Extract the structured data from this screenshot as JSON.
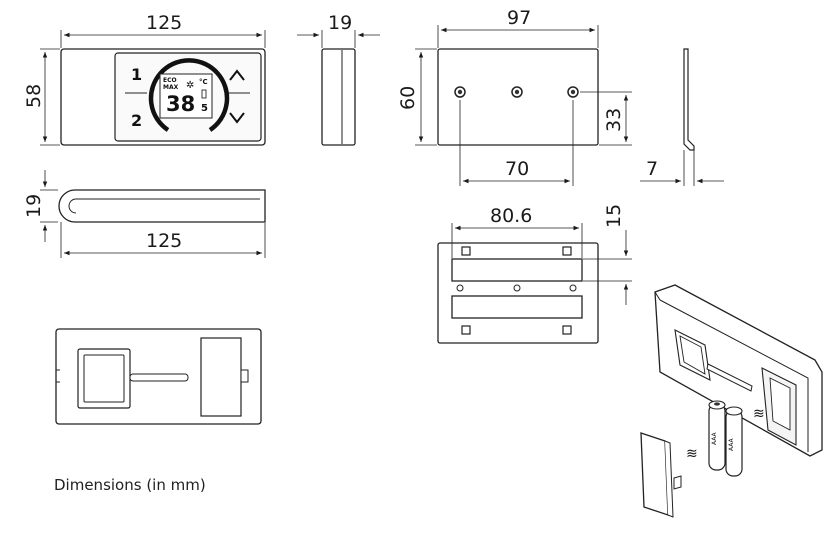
{
  "dimensions": {
    "front_width": "125",
    "front_height": "58",
    "side_depth": "19",
    "plate_width": "97",
    "plate_height": "60",
    "plate_hole_height": "33",
    "plate_hole_span": "70",
    "plate_thickness": "7",
    "top_depth": "19",
    "top_width": "125",
    "bottom_width": "80.6",
    "bottom_height": "15"
  },
  "device": {
    "button_1": "1",
    "button_2": "2",
    "eco": "ECO",
    "max": "MAX",
    "temp_main": "38",
    "temp_decimal": "5",
    "unit": "°C"
  },
  "battery": {
    "label_a": "AAA",
    "label_b": "AAA"
  },
  "caption": "Dimensions (in mm)"
}
